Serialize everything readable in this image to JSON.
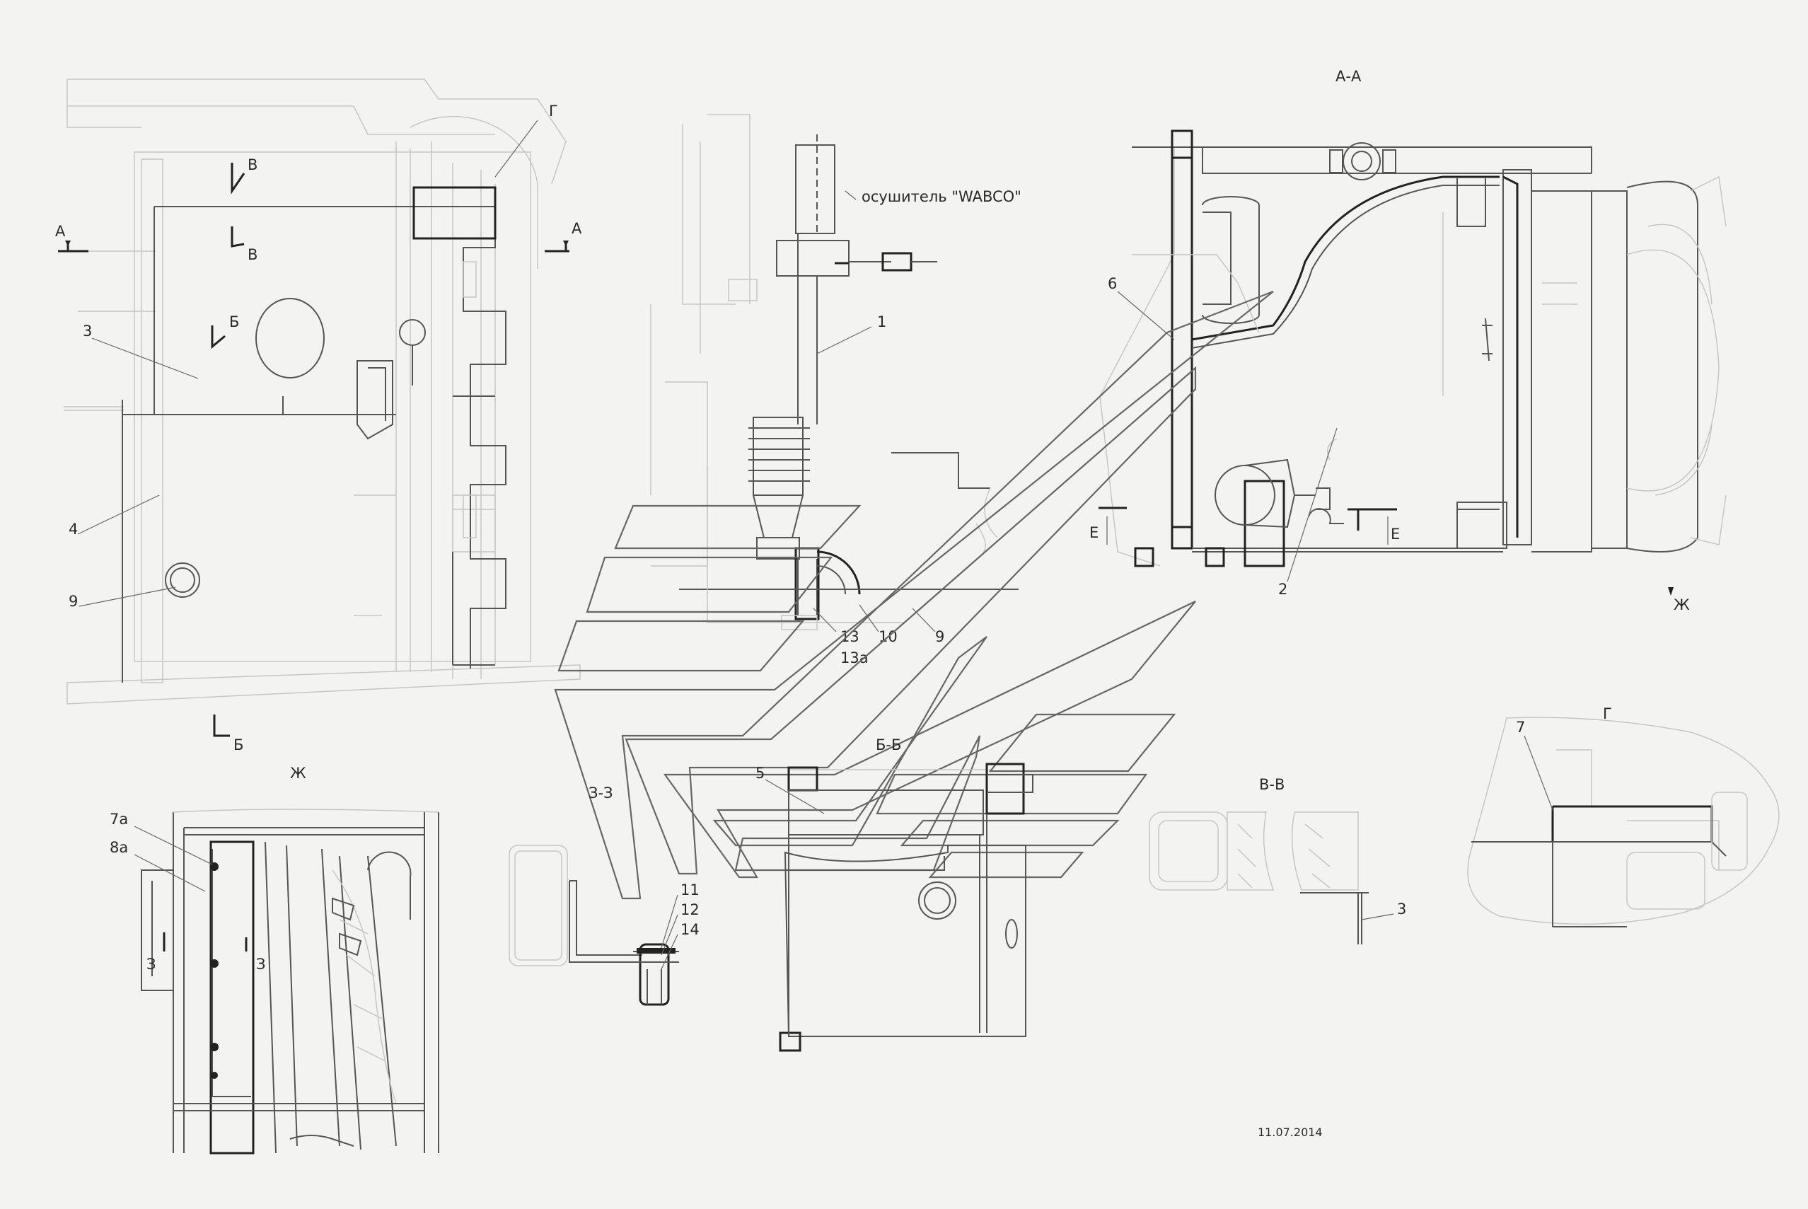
{
  "labels": {
    "section_aa": "А-А",
    "section_bb": "Б-Б",
    "section_vv": "В-В",
    "section_zz": "З-З",
    "view_g": "Г",
    "view_zh": "Ж",
    "dryer": "осушитель \"WABCO\"",
    "date": "11.07.2014",
    "cut_a_left": "А",
    "cut_a_right": "А",
    "cut_v_top": "В",
    "cut_v_bottom": "В",
    "cut_b_top": "Б",
    "cut_b_bottom": "Б",
    "cut_e_left": "Е",
    "cut_e_right": "Е",
    "arrow_zh": "Ж",
    "g_top": "Г",
    "zz_left": "З",
    "zz_right": "З"
  },
  "positions": {
    "p1": "1",
    "p2": "2",
    "p3": "3",
    "p3_vv": "3",
    "p4": "4",
    "p5": "5",
    "p6": "6",
    "p7": "7",
    "p7a": "7а",
    "p8a": "8а",
    "p9": "9",
    "p9b": "9",
    "p10": "10",
    "p11": "11",
    "p12": "12",
    "p13": "13",
    "p13a": "13а",
    "p14": "14"
  }
}
